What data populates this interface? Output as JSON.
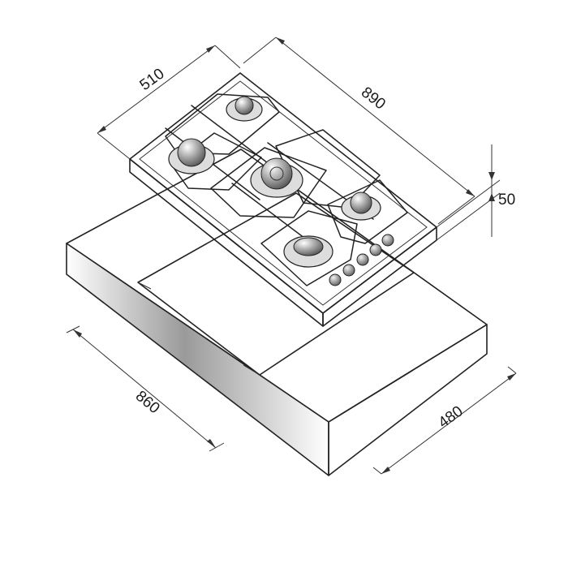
{
  "dimensions": {
    "depth_top": "510",
    "width_top": "890",
    "height": "50",
    "cutout_width": "860",
    "cutout_depth": "480"
  },
  "colors": {
    "line": "#222222",
    "counter_face": "#ffffff",
    "counter_edge_shade": "#7a7a7a",
    "burner_metal": "#9a9a9a"
  },
  "icons": {
    "burner": "gas-burner-icon",
    "knob": "control-knob-icon"
  }
}
